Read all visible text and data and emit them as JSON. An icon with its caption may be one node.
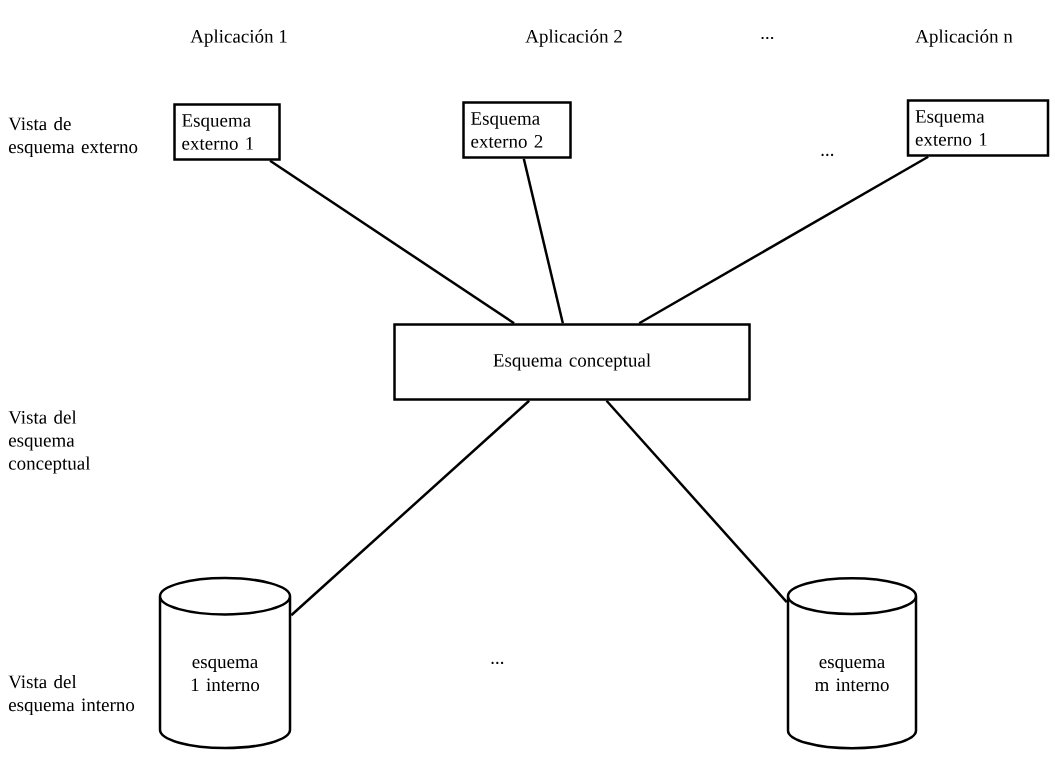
{
  "diagram": {
    "nodes": [
      {
        "text": [
          "Esquema externo 1"
        ]
      },
      {
        "text": [
          "Esquema externo 2"
        ]
      },
      {
        "text": [
          "Esquema externo 1"
        ]
      },
      {
        "text": [
          "Esquema conceptual"
        ]
      },
      {
        "text": [
          "esquema 1 interno"
        ]
      },
      {
        "text": [
          "esquema m interno"
        ]
      }
    ],
    "edges": [
      {
        "from": 0,
        "to": 3,
        "arrow": "none"
      },
      {
        "from": 1,
        "to": 3,
        "arrow": "none"
      },
      {
        "from": 2,
        "to": 3,
        "arrow": "none"
      },
      {
        "from": 3,
        "to": 4,
        "arrow": "none"
      },
      {
        "from": 3,
        "to": 5,
        "arrow": "none"
      }
    ],
    "labels": [
      "Aplicación 1",
      "Aplicación 2",
      "...",
      "Aplicación n",
      "Vista de esquema externo",
      "...",
      "Vista del esquema conceptual",
      "Vista del esquema interno",
      "..."
    ]
  }
}
